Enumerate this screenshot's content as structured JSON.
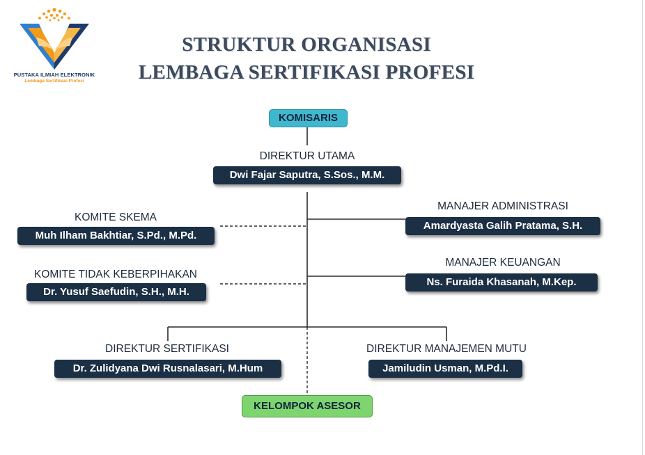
{
  "logo": {
    "name": "PUSTAKA ILMIAH ELEKTRONIK",
    "subtitle": "Lembaga Sertifikasi Profesi",
    "colors": {
      "navy": "#1c3a6b",
      "orange": "#f29b1a",
      "blue": "#2f7fd1"
    }
  },
  "title": {
    "line1": "STRUKTUR ORGANISASI",
    "line2": "LEMBAGA SERTIFIKASI PROFESI"
  },
  "org": {
    "komisaris": "KOMISARIS",
    "direktur_utama": {
      "role": "DIREKTUR UTAMA",
      "name": "Dwi Fajar Saputra, S.Sos., M.M."
    },
    "komite_skema": {
      "role": "KOMITE SKEMA",
      "name": "Muh Ilham Bakhtiar, S.Pd., M.Pd."
    },
    "komite_tidak_keberpihakan": {
      "role": "KOMITE TIDAK KEBERPIHAKAN",
      "name": "Dr. Yusuf Saefudin, S.H., M.H."
    },
    "manajer_administrasi": {
      "role": "MANAJER ADMINISTRASI",
      "name": "Amardyasta Galih Pratama, S.H."
    },
    "manajer_keuangan": {
      "role": "MANAJER KEUANGAN",
      "name": "Ns. Furaida Khasanah, M.Kep."
    },
    "direktur_sertifikasi": {
      "role": "DIREKTUR SERTIFIKASI",
      "name": "Dr. Zulidyana Dwi Rusnalasari, M.Hum"
    },
    "direktur_manajemen_mutu": {
      "role": "DIREKTUR MANAJEMEN MUTU",
      "name": "Jamiludin Usman, M.Pd.I."
    },
    "kelompok_asesor": "KELOMPOK ASESOR"
  },
  "colors": {
    "name_box": "#1b2f45",
    "komisaris_fill": "#3fb8cf",
    "asesor_fill": "#7ed56f",
    "title_text": "#3d4a5c"
  }
}
